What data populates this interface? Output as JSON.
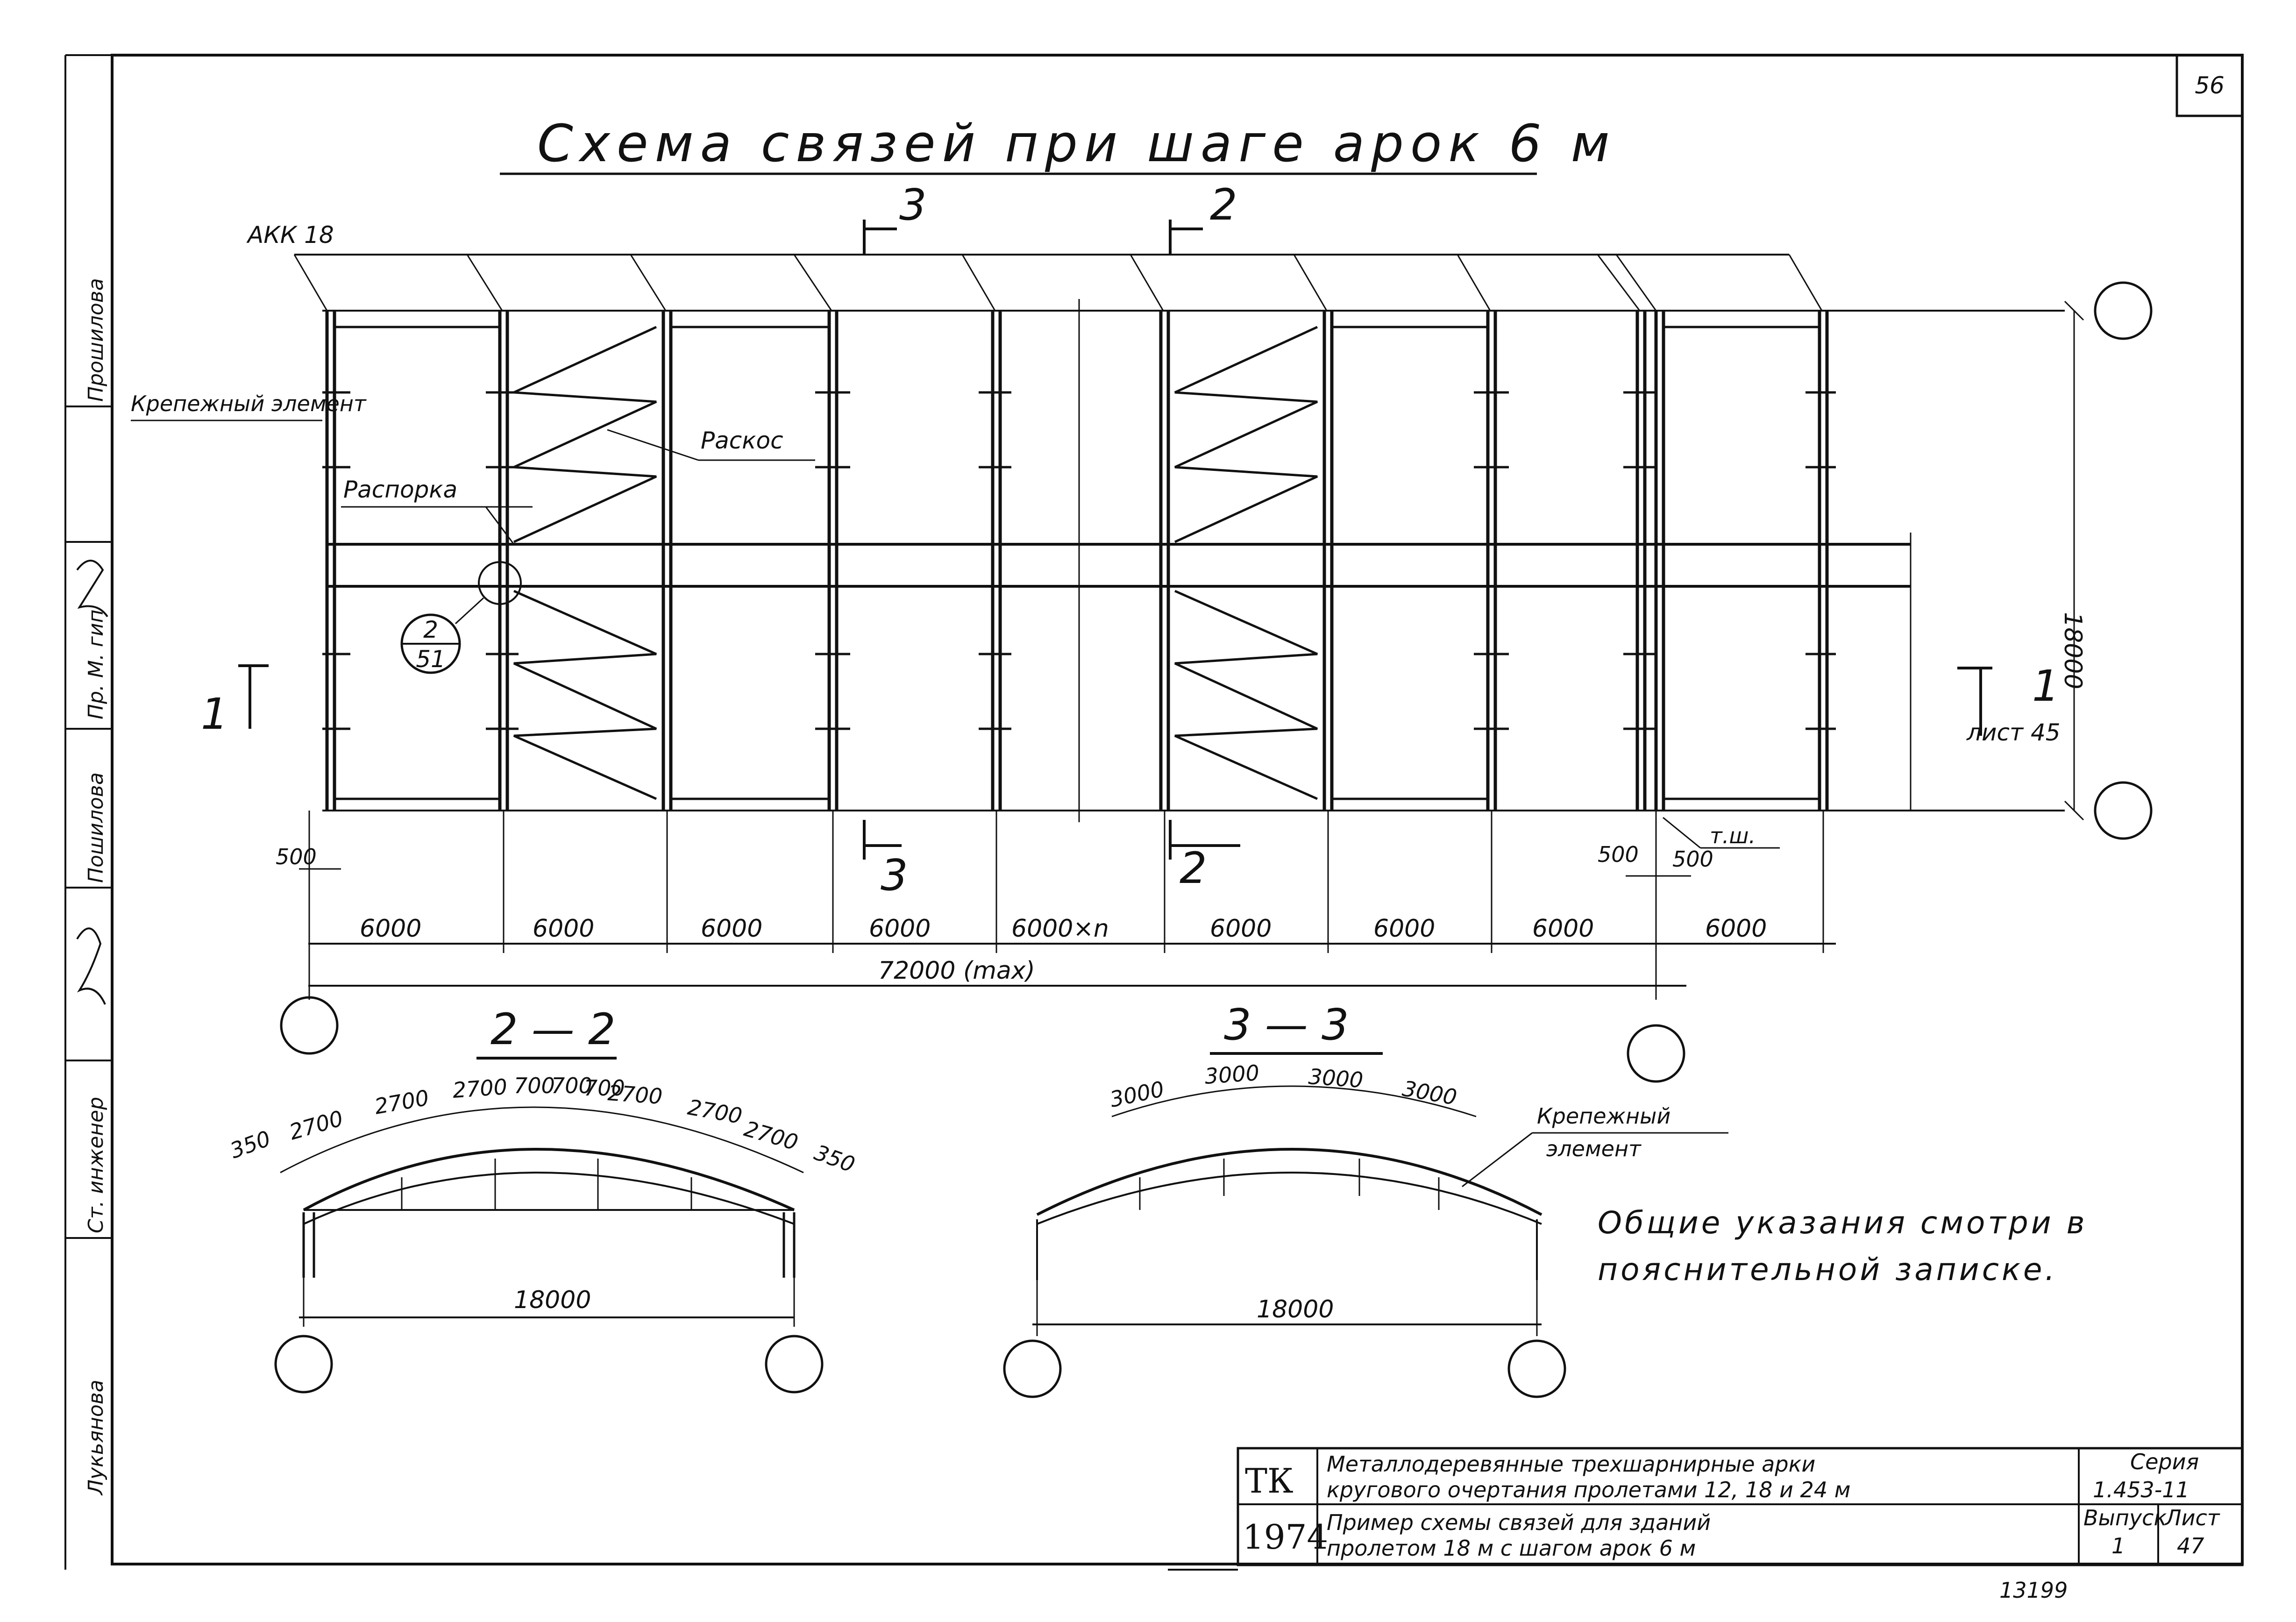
{
  "page": {
    "sheet_number": "56",
    "title": "Схема связей при шаге арок 6 м",
    "archive_number": "13199"
  },
  "plan": {
    "arch_mark": "АКК 18",
    "fastener_label": "Крепежный элемент",
    "strut_label": "Распорка",
    "brace_label": "Раскос",
    "node_ref_top": "2",
    "node_ref_bottom": "51",
    "section_2": "2",
    "section_3": "3",
    "section_1": "1",
    "section_1_sheet": "лист 45",
    "width_dim": "18000",
    "end_offset_left": "500",
    "end_offset_right_a": "500",
    "end_offset_right_b": "500",
    "joint_label": "т.ш.",
    "spans": [
      "6000",
      "6000",
      "6000",
      "6000",
      "6000×n",
      "6000",
      "6000",
      "6000",
      "6000"
    ],
    "overall_dim": "72000 (max)"
  },
  "section_2_2": {
    "title": "2 — 2",
    "end_left": "350",
    "end_right": "350",
    "segments": [
      "2700",
      "2700",
      "2700",
      "700",
      "700",
      "700",
      "2700",
      "2700",
      "2700"
    ],
    "span": "18000"
  },
  "section_3_3": {
    "title": "3 — 3",
    "segments": [
      "3000",
      "3000",
      "3000",
      "3000"
    ],
    "fastener_line1": "Крепежный",
    "fastener_line2": "элемент",
    "span": "18000"
  },
  "notes": {
    "line1": "Общие указания смотри в",
    "line2": "пояснительной записке."
  },
  "side_stamp": {
    "fields": [
      "Прошилова",
      "Пр. М. гип",
      "Пошилова",
      "Ст. инженер",
      "Лукьянова"
    ]
  },
  "title_block": {
    "org": "ТК",
    "year": "1974",
    "name_line1": "Металлодеревянные трехшарнирные арки",
    "name_line2": "кругового очертания пролетами 12, 18 и 24 м",
    "desc_line1": "Пример схемы связей для зданий",
    "desc_line2": "пролетом 18 м с шагом арок 6 м",
    "series_label": "Серия",
    "series_value": "1.453-11",
    "issue_label": "Выпуск",
    "issue_value": "1",
    "sheet_label": "Лист",
    "sheet_value": "47"
  }
}
